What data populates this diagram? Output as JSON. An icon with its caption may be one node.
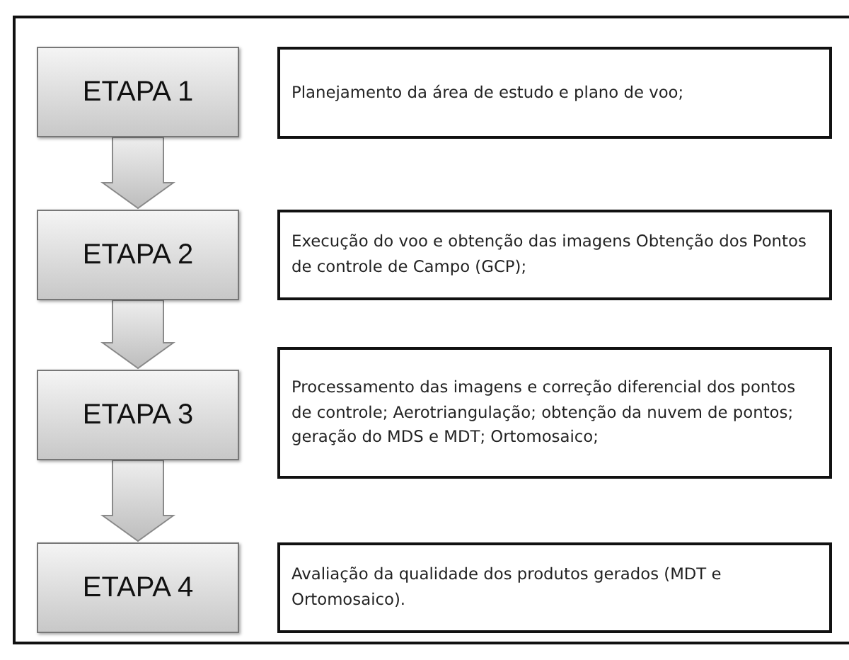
{
  "diagram": {
    "nodes": [
      {
        "text": [
          "ETAPA 1"
        ]
      },
      {
        "text": [
          "Planejamento da área de estudo e plano de voo;"
        ]
      },
      {
        "text": [
          "ETAPA 2"
        ]
      },
      {
        "text": [
          "Execução do voo e obtenção das imagens Obtenção dos Pontos de controle de Campo (GCP);"
        ]
      },
      {
        "text": [
          "ETAPA 3"
        ]
      },
      {
        "text": [
          "Processamento das imagens e correção diferencial dos pontos de controle; Aerotriangulação; obtenção da nuvem de pontos; geração do MDS e MDT; Ortomosaico;"
        ]
      },
      {
        "text": [
          "ETAPA 4"
        ]
      },
      {
        "text": [
          "Avaliação da qualidade dos produtos gerados (MDT e Ortomosaico)."
        ]
      }
    ],
    "edges": [
      {
        "from": 0,
        "to": 2,
        "arrow": "to"
      },
      {
        "from": 2,
        "to": 4,
        "arrow": "to"
      },
      {
        "from": 4,
        "to": 6,
        "arrow": "to"
      }
    ]
  }
}
